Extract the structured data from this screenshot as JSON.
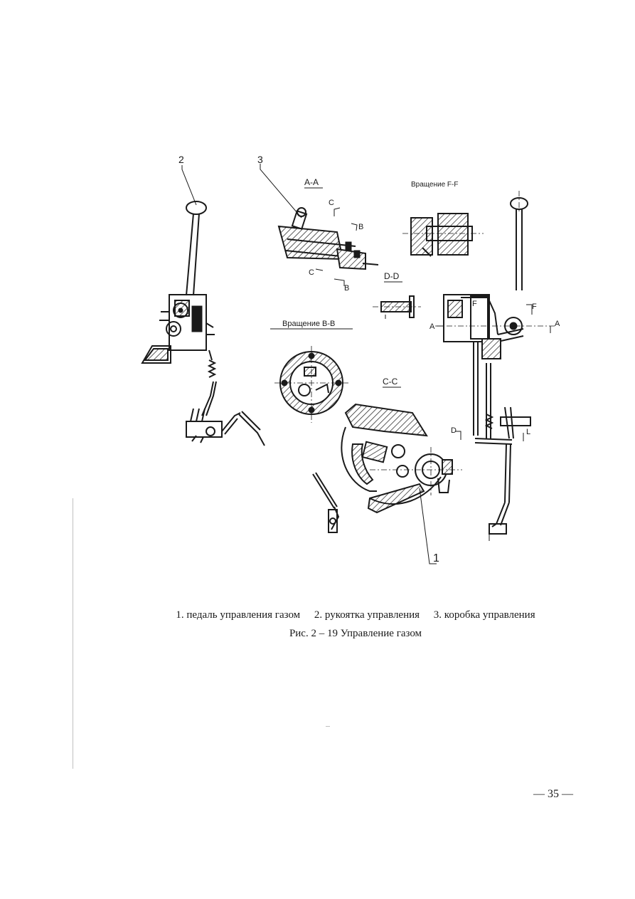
{
  "figure": {
    "callouts": {
      "pedal": "1",
      "handle": "2",
      "box": "3"
    },
    "sections": {
      "aa": "A-A",
      "ff": "Вращение F-F",
      "dd": "D-D",
      "bb": "Вращение В-В",
      "cc": "C-C"
    },
    "letters": {
      "c": "C",
      "b": "B",
      "a": "A",
      "f": "F",
      "d": "D",
      "l": "L"
    }
  },
  "caption": {
    "legend": [
      "1. педаль управления газом",
      "2. рукоятка управления",
      "3. коробка управления"
    ],
    "title": "Рис. 2 – 19 Управление газом"
  },
  "page_number": "— 35 —"
}
